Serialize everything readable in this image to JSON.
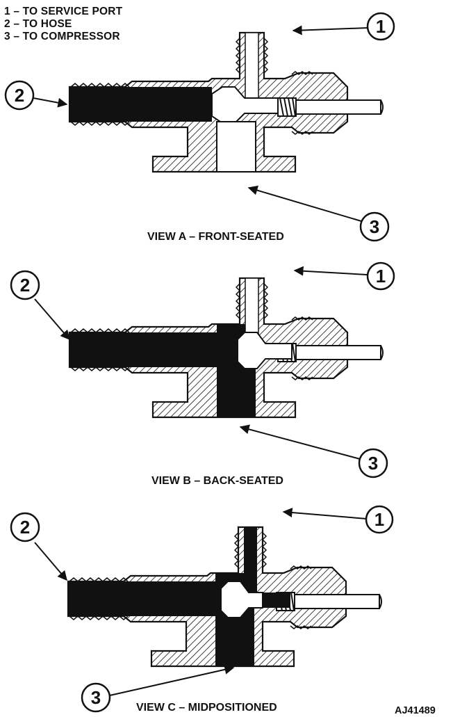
{
  "legend": [
    "1 – TO SERVICE PORT",
    "2 – TO HOSE",
    "3 – TO COMPRESSOR"
  ],
  "views": [
    {
      "caption": "VIEW A – FRONT-SEATED",
      "callouts": [
        "1",
        "2",
        "3"
      ]
    },
    {
      "caption": "VIEW B – BACK-SEATED",
      "callouts": [
        "1",
        "2",
        "3"
      ]
    },
    {
      "caption": "VIEW C – MIDPOSITIONED",
      "callouts": [
        "1",
        "2",
        "3"
      ]
    }
  ],
  "figure_id": "AJ41489",
  "colors": {
    "ink": "#111111",
    "paper": "#ffffff"
  }
}
